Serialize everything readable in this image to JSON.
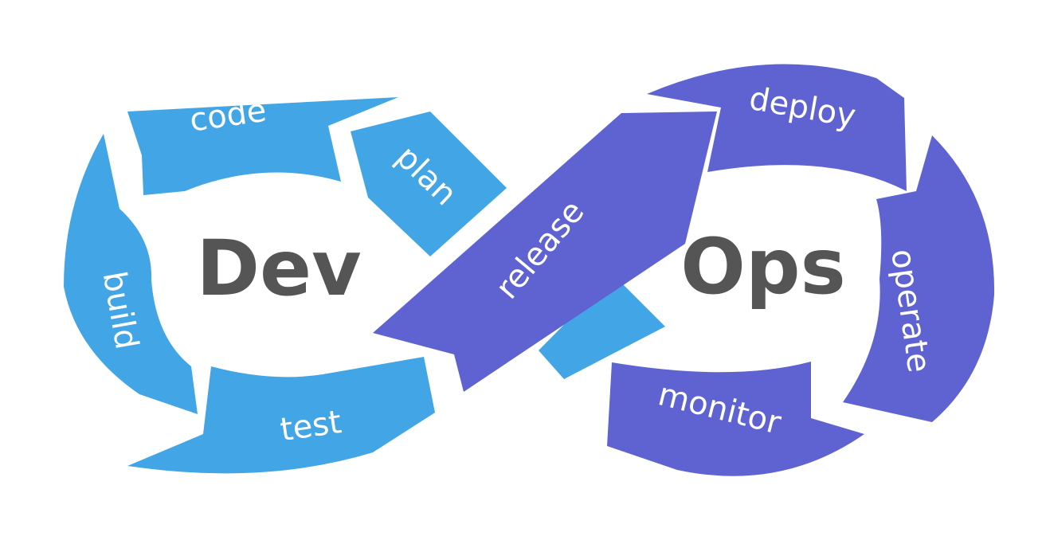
{
  "colors": {
    "dev": "#42a5e6",
    "ops": "#5f63d1",
    "center_text": "#555555",
    "background": "#ffffff"
  },
  "center": {
    "dev_label": "Dev",
    "ops_label": "Ops"
  },
  "stages": {
    "code": "code",
    "plan": "plan",
    "build": "build",
    "test": "test",
    "release": "release",
    "deploy": "deploy",
    "operate": "operate",
    "monitor": "monitor"
  }
}
